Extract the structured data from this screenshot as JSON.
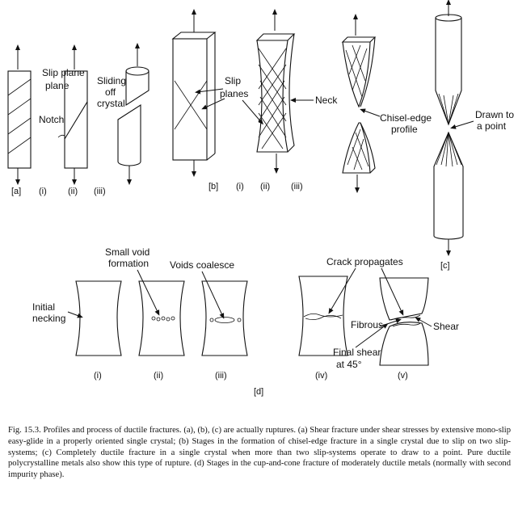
{
  "labels": {
    "slip_plane": "Slip plane",
    "notch": "Notch",
    "sliding": "Sliding",
    "off": "off",
    "crystal": "crystal",
    "slip": "Slip",
    "planes": "planes",
    "neck": "Neck",
    "chisel_edge": "Chisel-edge",
    "profile": "profile",
    "drawn_to": "Drawn to",
    "a_point": "a point",
    "small_void": "Small void",
    "formation": "formation",
    "voids_coalesce": "Voids coalesce",
    "crack_propagates": "Crack propagates",
    "initial": "Initial",
    "necking": "necking",
    "fibrous": "Fibrous",
    "shear": "Shear",
    "final_shear": "Final shear",
    "at_45": "at 45°"
  },
  "sublabels": {
    "a": "[a]",
    "a_i": "(i)",
    "a_ii": "(ii)",
    "a_iii": "(iii)",
    "b": "[b]",
    "b_i": "(i)",
    "b_ii": "(ii)",
    "b_iii": "(iii)",
    "c": "[c]",
    "d": "[d]",
    "d_i": "(i)",
    "d_ii": "(ii)",
    "d_iii": "(iii)",
    "d_iv": "(iv)",
    "d_v": "(v)"
  },
  "caption": "Fig. 15.3. Profiles and process of ductile fractures. (a), (b), (c) are actually ruptures. (a) Shear fracture under shear stresses by extensive mono-slip easy-glide in a properly oriented single crystal; (b) Stages in the formation of chisel-edge fracture in a single crystal due to slip on two slip-systems; (c) Completely ductile fracture in a single crystal when more than two slip-systems operate to draw to a point. Pure ductile polycrystalline metals also show this type of rupture. (d) Stages in the cup-and-cone fracture of moderately ductile metals (normally with second impurity phase)."
}
